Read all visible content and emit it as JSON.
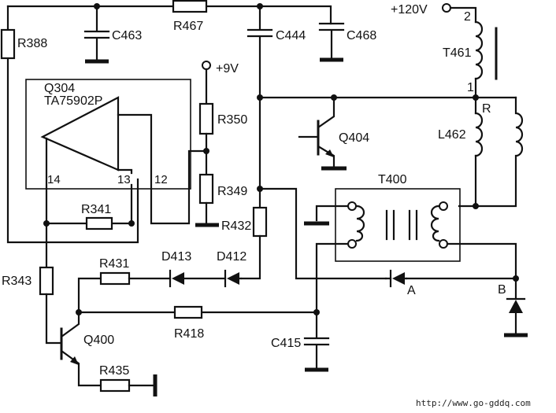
{
  "labels": {
    "r388": "R388",
    "c463": "C463",
    "r467": "R467",
    "c444": "C444",
    "c468": "C468",
    "v120": "+120V",
    "t461": "T461",
    "pin2": "2",
    "pin1": "1",
    "q304": "Q304",
    "ta75902p": "TA75902P",
    "pin14": "14",
    "pin13": "13",
    "pin12": "12",
    "v9": "+9V",
    "r350": "R350",
    "q404": "Q404",
    "r_node": "R",
    "l462": "L462",
    "r349": "R349",
    "t400": "T400",
    "r432": "R432",
    "r341": "R341",
    "r343": "R343",
    "r431": "R431",
    "d413": "D413",
    "d412": "D412",
    "a_node": "A",
    "b_node": "B",
    "q400": "Q400",
    "r418": "R418",
    "c415": "C415",
    "r435": "R435"
  },
  "watermark": "http://www.go-gddq.com"
}
